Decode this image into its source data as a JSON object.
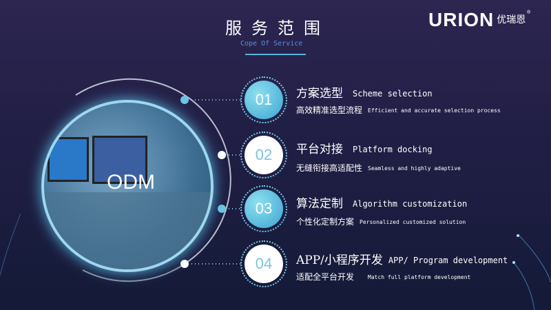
{
  "header": {
    "title": "服务范围",
    "subtitle": "Cope Of Service"
  },
  "logo": {
    "brand": "URION",
    "cn": "优瑞恩",
    "reg": "®"
  },
  "photo": {
    "label": "ODM"
  },
  "items": [
    {
      "num": "01",
      "title": "方案选型",
      "title_en": "Scheme selection",
      "desc": "高效精准选型流程",
      "desc_en": "Efficient and accurate selection process"
    },
    {
      "num": "02",
      "title": "平台对接",
      "title_en": "Platform docking",
      "desc": "无缝衔接高适配性",
      "desc_en": "Seamless and highly adaptive"
    },
    {
      "num": "03",
      "title": "算法定制",
      "title_en": "Algorithm customization",
      "desc": "个性化定制方案",
      "desc_en": "Personalized customized solution"
    },
    {
      "num": "04",
      "title": "APP/小程序开发",
      "title_en": "APP/ Program development",
      "desc": "适配全平台开发",
      "desc_en": "Match full platform development"
    }
  ]
}
